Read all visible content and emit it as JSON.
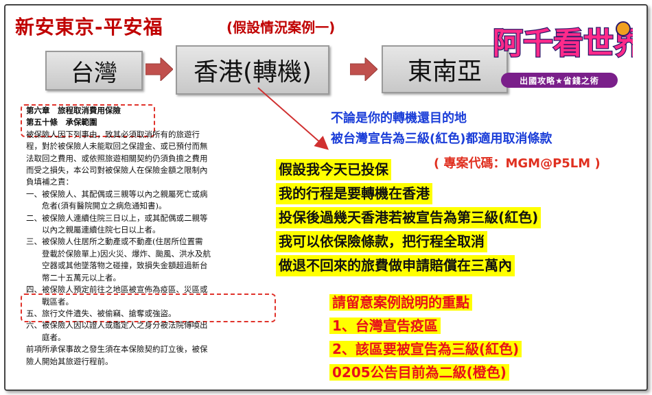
{
  "header": {
    "title": "新安東京-平安福",
    "subtitle": "(假設情況案例一)"
  },
  "route": {
    "origin": "台灣",
    "transit": "香港(轉機)",
    "destination": "東南亞"
  },
  "logo": {
    "text": "阿千看世界",
    "banner": "出國攻略★省錢之術"
  },
  "document": {
    "chapter": "第六章　旅程取消費用保險",
    "article": "第五十條　承保範圍",
    "lines": [
      "被保險人因下列事由，致其必須取消所有的旅遊行",
      "程，對於被保險人未能取回之保證金、或已預付而無",
      "法取回之費用、或依照旅遊相關契約仍須負擔之費用",
      "而受之損失，本公司對被保險人在保險金額之限制內",
      "負填補之責：",
      "一、被保險人、其配偶或三親等以內之親屬死亡或病",
      "　　危者(須有醫院開立之病危通知書)。",
      "二、被保險人連續住院三日以上，或其配偶或二親等",
      "　　以內之親屬連續住院七日以上者。",
      "三、被保險人住居所之動產或不動產(住居所位置需",
      "　　登載於保險單上)因火災、爆炸、颱風、洪水及航",
      "　　空器或其他墜落物之碰撞，致損失金額超過新台",
      "　　幣二十五萬元以上者。",
      "四、被保險人預定前往之地區被宣佈為疫區、災區或",
      "　　戰區者。",
      "五、旅行文件遺失、被偷竊、搶奪或強盜。",
      "六、被保險人因以證人或鑑定人之身分被法院傳喚出",
      "　　庭者。",
      "前項所承保事故之發生須在本保險契約訂立後，被保",
      "險人開始其旅遊行程前。"
    ]
  },
  "callout": {
    "line1": "不論是你的轉機還目的地",
    "line2": "被台灣宣告為三級(紅色)都適用取消條款",
    "code": "( 專案代碼：MGM@P5LM )"
  },
  "scenario": [
    "假設我今天已投保",
    "我的行程是要轉機在香港",
    "投保後過幾天香港若被宣告為第三級(紅色)",
    "我可以依保險條款，把行程全取消",
    "做退不回來的旅費做申請賠償在三萬內"
  ],
  "notice": {
    "title": "請留意案例說明的重點",
    "items": [
      "1、台灣宣告疫區",
      "2、該區要被宣告為三級(紅色)",
      "0205公告目前為二級(橙色)"
    ]
  },
  "colors": {
    "title_red": "#c00000",
    "arrow_red": "#c0504d",
    "callout_blue": "#1a3dd8",
    "highlight_yellow": "#ffff00",
    "notice_red": "#e8101a"
  }
}
